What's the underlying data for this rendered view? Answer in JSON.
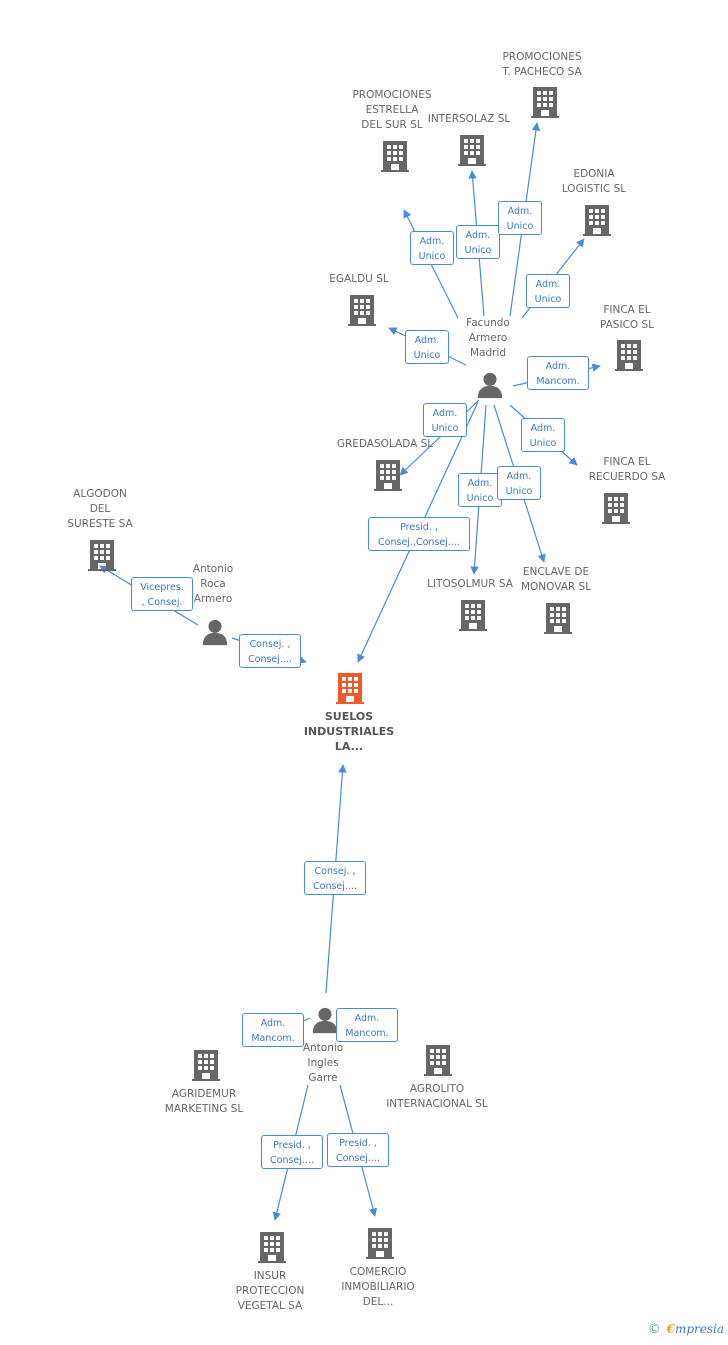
{
  "colors": {
    "edge": "#4a8ad8",
    "building": "#666666",
    "focus_building": "#f05a28",
    "person": "#666666"
  },
  "nodes": [
    {
      "id": "promociones_pacheco",
      "type": "company",
      "label": [
        "PROMOCIONES",
        "T.  PACHECO SA"
      ]
    },
    {
      "id": "promociones_estrella",
      "type": "company",
      "label": [
        "PROMOCIONES",
        "ESTRELLA",
        "DEL SUR SL"
      ]
    },
    {
      "id": "intersolaz",
      "type": "company",
      "label": [
        "INTERSOLAZ SL"
      ]
    },
    {
      "id": "edonia",
      "type": "company",
      "label": [
        "EDONIA",
        "LOGISTIC SL"
      ]
    },
    {
      "id": "egaldu",
      "type": "company",
      "label": [
        "EGALDU SL"
      ]
    },
    {
      "id": "finca_pasico",
      "type": "company",
      "label": [
        "FINCA EL",
        "PASICO SL"
      ]
    },
    {
      "id": "facundo",
      "type": "person",
      "label": [
        "Facundo",
        "Armero",
        "Madrid"
      ]
    },
    {
      "id": "gredasolada",
      "type": "company",
      "label": [
        "GREDASOLADA SL"
      ]
    },
    {
      "id": "finca_recuerdo",
      "type": "company",
      "label": [
        "FINCA EL",
        "RECUERDO SA"
      ]
    },
    {
      "id": "algodon",
      "type": "company",
      "label": [
        "ALGODON",
        "DEL",
        "SURESTE SA"
      ]
    },
    {
      "id": "antonio_roca",
      "type": "person",
      "label": [
        "Antonio",
        "Roca",
        "Armero"
      ]
    },
    {
      "id": "litosolmur",
      "type": "company",
      "label": [
        "LITOSOLMUR SA"
      ]
    },
    {
      "id": "enclave",
      "type": "company",
      "label": [
        "ENCLAVE DE",
        "MONOVAR SL"
      ]
    },
    {
      "id": "suelos",
      "type": "focus",
      "label": [
        "SUELOS",
        "INDUSTRIALES",
        "LA..."
      ]
    },
    {
      "id": "antonio_ingles",
      "type": "person",
      "label": [
        "Antonio",
        "Ingles",
        "Garre"
      ]
    },
    {
      "id": "agridemur",
      "type": "company",
      "label": [
        "AGRIDEMUR",
        "MARKETING SL"
      ]
    },
    {
      "id": "agrolito",
      "type": "company",
      "label": [
        "AGROLITO",
        "INTERNACIONAL SL"
      ]
    },
    {
      "id": "insur",
      "type": "company",
      "label": [
        "INSUR",
        "PROTECCION",
        "VEGETAL SA"
      ]
    },
    {
      "id": "comercio",
      "type": "company",
      "label": [
        "COMERCIO",
        "INMOBILIARIO",
        "DEL..."
      ]
    }
  ],
  "edges": [
    {
      "from": "facundo",
      "to": "promociones_estrella",
      "label": [
        "Adm.",
        "Unico"
      ]
    },
    {
      "from": "facundo",
      "to": "intersolaz",
      "label": [
        "Adm.",
        "Unico"
      ]
    },
    {
      "from": "facundo",
      "to": "promociones_pacheco",
      "label": [
        "Adm.",
        "Unico"
      ]
    },
    {
      "from": "facundo",
      "to": "edonia",
      "label": [
        "Adm.",
        "Unico"
      ]
    },
    {
      "from": "facundo",
      "to": "egaldu",
      "label": [
        "Adm.",
        "Unico"
      ]
    },
    {
      "from": "facundo",
      "to": "finca_pasico",
      "label": [
        "Adm.",
        "Mancom."
      ]
    },
    {
      "from": "facundo",
      "to": "finca_recuerdo",
      "label": [
        "Adm.",
        "Unico"
      ]
    },
    {
      "from": "facundo",
      "to": "litosolmur",
      "label": [
        "Adm.",
        "Unico"
      ]
    },
    {
      "from": "facundo",
      "to": "enclave",
      "label": [
        "Adm.",
        "Unico"
      ]
    },
    {
      "from": "facundo",
      "to": "gredasolada",
      "label": [
        "Adm.",
        "Unico"
      ]
    },
    {
      "from": "facundo",
      "to": "suelos",
      "label": [
        "Presid. ,",
        "Consej.,Consej...."
      ]
    },
    {
      "from": "antonio_roca",
      "to": "algodon",
      "label": [
        "Vicepres.",
        ", Consej."
      ]
    },
    {
      "from": "antonio_roca",
      "to": "suelos",
      "label": [
        "Consej. ,",
        "Consej...."
      ]
    },
    {
      "from": "antonio_ingles",
      "to": "suelos",
      "label": [
        "Consej. ,",
        "Consej...."
      ]
    },
    {
      "from": "antonio_ingles",
      "to": "agridemur",
      "label": [
        "Adm.",
        "Mancom."
      ]
    },
    {
      "from": "antonio_ingles",
      "to": "agrolito",
      "label": [
        "Adm.",
        "Mancom."
      ]
    },
    {
      "from": "antonio_ingles",
      "to": "insur",
      "label": [
        "Presid. ,",
        "Consej...."
      ]
    },
    {
      "from": "antonio_ingles",
      "to": "comercio",
      "label": [
        "Presid. ,",
        "Consej...."
      ]
    }
  ],
  "footer": {
    "copyright": "©",
    "brand_initial": "€",
    "brand_rest": "mpresia"
  }
}
